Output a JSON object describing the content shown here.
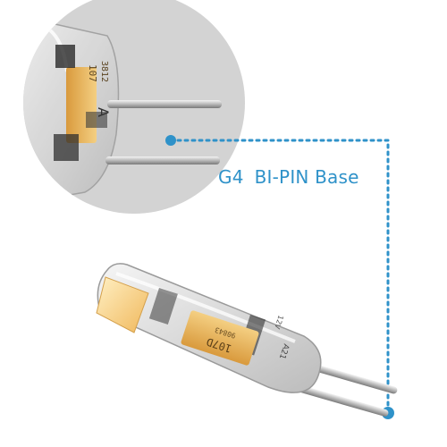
{
  "callout": {
    "part1": "G4",
    "part2": "BI-PIN Base"
  },
  "chip_marks": {
    "code": "107D",
    "batch": "90843",
    "series": "A21",
    "voltage": "12V",
    "zoom_code": "107",
    "zoom_batch": "3812",
    "zoom_series": "A"
  },
  "colors": {
    "accent": "#2f92c9",
    "zoom_bg": "#d3d3d3",
    "led": "#f3c36e",
    "chip": "#e8b04e"
  }
}
